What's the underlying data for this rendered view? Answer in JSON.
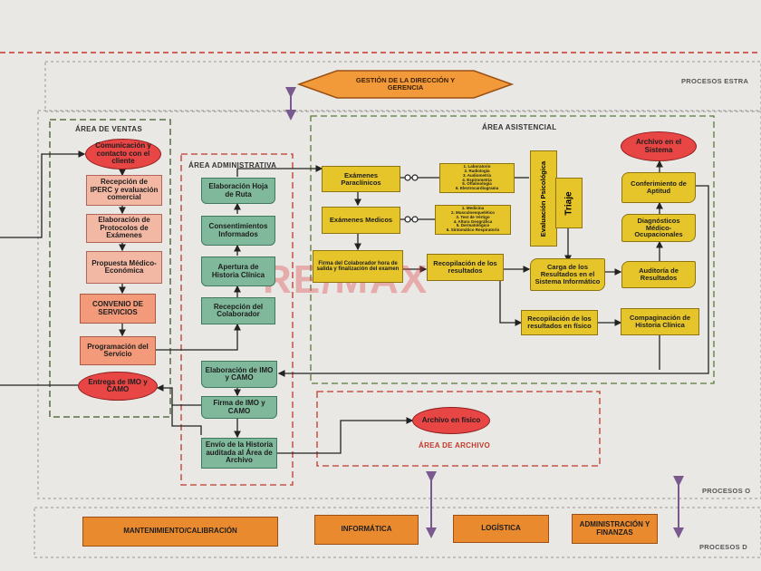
{
  "processes": {
    "strategic": "PROCESOS ESTRA",
    "operative": "PROCESOS O",
    "support": "PROCESOS D"
  },
  "management": "GESTIÓN DE LA DIRECCIÓN Y GERENCIA",
  "areas": {
    "sales": "ÁREA DE VENTAS",
    "admin": "ÁREA ADMINISTRATIVA",
    "care": "ÁREA ASISTENCIAL",
    "archive": "ÁREA DE ARCHIVO"
  },
  "sales": {
    "contact": "Comunicación y contacto con el cliente",
    "iperc": "Recepción de IPERC y evaluación comercial",
    "protocols": "Elaboración de Protocolos de Exámenes",
    "proposal": "Propuesta Médico-Económica",
    "agreement": "CONVENIO DE SERVICIOS",
    "schedule": "Programación del Servicio",
    "delivery": "Entrega de IMO y CAMO"
  },
  "admin": {
    "route": "Elaboración Hoja de Ruta",
    "consents": "Consentimientos Informados",
    "history": "Apertura de Historia Clínica",
    "reception": "Recepción del Colaborador",
    "imo": "Elaboración de IMO y CAMO",
    "sign": "Firma de IMO y CAMO",
    "send": "Envío de la Historia auditada al Área de Archivo"
  },
  "care": {
    "paraclinic": "Exámenes Paraclínicos",
    "medical": "Exámenes Medicos",
    "paraclinic_list": "1. Laboratorio\n2. Radiología\n3. Audiometría\n4. Espirometría\n5. Oftalmología\n6. Electrocardiograma",
    "medical_list": "1. Medicina\n2. Musculoesquelético\n3. Test de Vértigo\n4. Altura Geográfica\n5. Dermatológico\n6. Sintomático Respiratorio",
    "psych": "Evaluación Psicológica",
    "triage": "Triaje",
    "signature": "Firma del Colaborador hora de salida y finalización del examen",
    "collect": "Recopilación de los resultados",
    "upload": "Carga de los Resultados en el Sistema Informático",
    "physical": "Recopilación de los resultados en físico",
    "audit": "Auditoría de Resultados",
    "diagnosis": "Diagnósticos Médico-Ocupacionales",
    "aptitude": "Conferimiento de Aptitud",
    "archive_sys": "Archivo en el Sistema",
    "pagination": "Compaginación de Historia Clínica"
  },
  "archive": {
    "physical": "Archivo en físico"
  },
  "support": {
    "maintenance": "MANTENIMIENTO/CALIBRACIÓN",
    "it": "INFORMÁTICA",
    "logistics": "LOGÍSTICA",
    "finance": "ADMINISTRACIÓN Y FINANZAS"
  },
  "watermark": "RE/MAX",
  "colors": {
    "sales_box": "#f3b8a4",
    "admin_box": "#7fb89a",
    "care_box": "#e6c52b",
    "terminal": "#e84545",
    "support_box": "#ea8a2e",
    "dashed_red": "#c0392b",
    "dashed_green": "#5a7a3a"
  }
}
